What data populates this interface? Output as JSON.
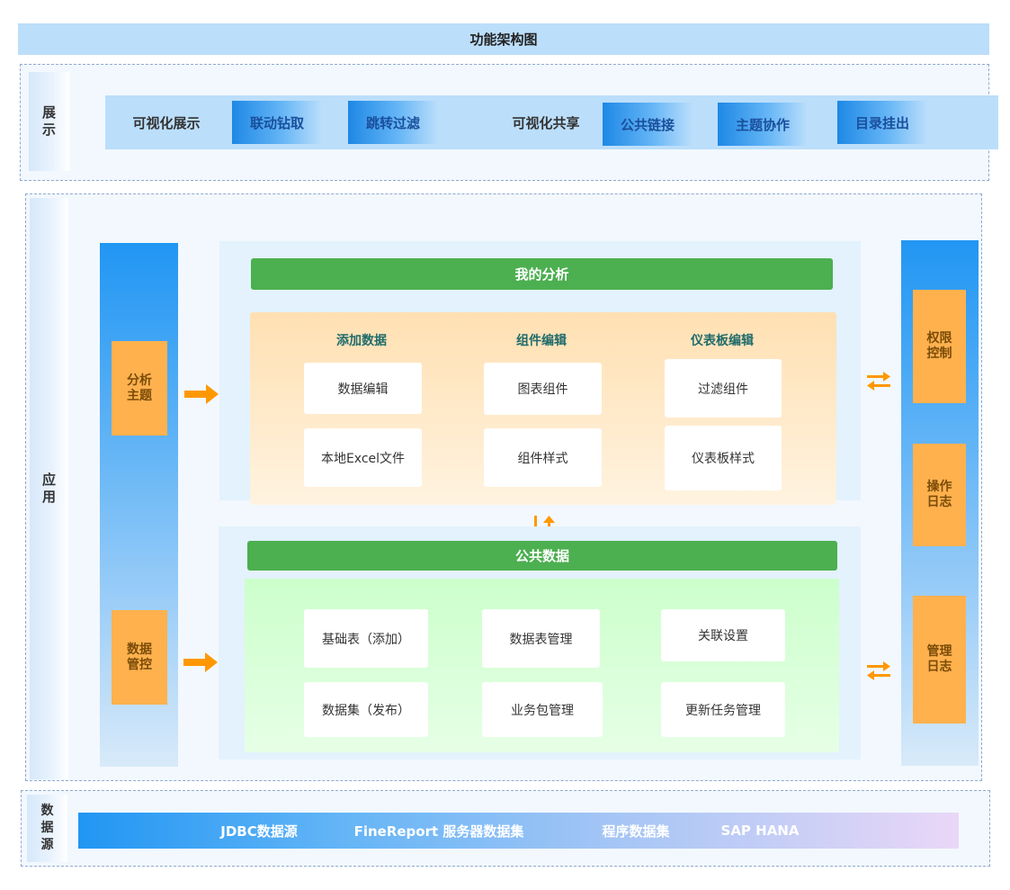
{
  "title": "功能架构图",
  "sections": {
    "display": {
      "label": "展示",
      "groups": [
        {
          "name": "可视化展示",
          "items": [
            "联动钻取",
            "跳转过滤"
          ]
        },
        {
          "name": "可视化共享",
          "items": [
            "公共链接",
            "主题协作",
            "目录挂出"
          ]
        }
      ]
    },
    "application": {
      "label": "应用",
      "left_boxes": [
        "分析主题",
        "数据管控"
      ],
      "right_boxes": [
        "权限控制",
        "操作日志",
        "管理日志"
      ],
      "my_analysis": {
        "title": "我的分析",
        "columns": [
          {
            "header": "添加数据",
            "cards": [
              "数据编辑",
              "本地Excel文件"
            ]
          },
          {
            "header": "组件编辑",
            "cards": [
              "图表组件",
              "组件样式"
            ]
          },
          {
            "header": "仪表板编辑",
            "cards": [
              "过滤组件",
              "仪表板样式"
            ]
          }
        ]
      },
      "public_data": {
        "title": "公共数据",
        "cards": [
          [
            "基础表（添加）",
            "数据表管理",
            "关联设置"
          ],
          [
            "数据集（发布）",
            "业务包管理",
            "更新任务管理"
          ]
        ]
      }
    },
    "data_source": {
      "label": "数据源",
      "items": [
        "JDBC数据源",
        "FineReport 服务器数据集",
        "程序数据集",
        "SAP HANA"
      ]
    }
  },
  "colors": {
    "title_bar": "#bbdefb",
    "green_header": "#4caf50",
    "orange_box": "#ffb14e",
    "arrow": "#ff9800",
    "column_header": "#1f6b6b",
    "button_text": "#1a4f9c"
  },
  "icons": {
    "right_arrow": "arrow-right-icon",
    "vertical_bidirectional": "arrows-up-down-icon",
    "horizontal_bidirectional": "arrows-left-right-icon"
  }
}
